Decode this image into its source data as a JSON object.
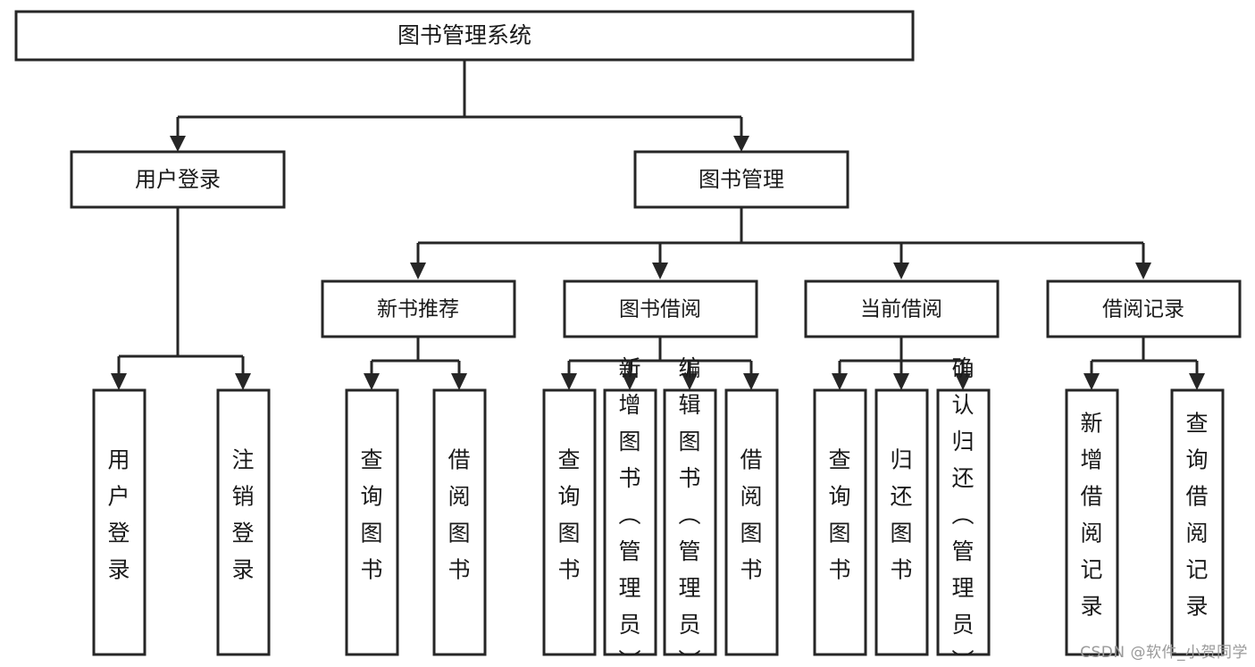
{
  "diagram": {
    "title": "图书管理系统",
    "type": "tree-hierarchy-chart",
    "root": {
      "label": "图书管理系统"
    },
    "level1": [
      {
        "label": "用户登录"
      },
      {
        "label": "图书管理"
      }
    ],
    "level2": [
      {
        "label": "新书推荐"
      },
      {
        "label": "图书借阅"
      },
      {
        "label": "当前借阅"
      },
      {
        "label": "借阅记录"
      }
    ],
    "leaves": {
      "user_login": [
        {
          "label": "用户登录"
        },
        {
          "label": "注销登录"
        }
      ],
      "new_book_recommend": [
        {
          "label": "查询图书"
        },
        {
          "label": "借阅图书"
        }
      ],
      "book_borrow": [
        {
          "label": "查询图书"
        },
        {
          "label": "新增图书（管理员）"
        },
        {
          "label": "编辑图书（管理员）"
        },
        {
          "label": "借阅图书"
        }
      ],
      "current_borrow": [
        {
          "label": "查询图书"
        },
        {
          "label": "归还图书"
        },
        {
          "label": "确认归还（管理员）"
        }
      ],
      "borrow_record": [
        {
          "label": "新增借阅记录"
        },
        {
          "label": "查询借阅记录"
        }
      ]
    }
  },
  "watermark": {
    "text": "CSDN @软件_小贺同学"
  },
  "colors": {
    "stroke": "#262626",
    "fill": "#ffffff",
    "text": "#1a1a1a",
    "watermark": "#9a9a9a"
  }
}
